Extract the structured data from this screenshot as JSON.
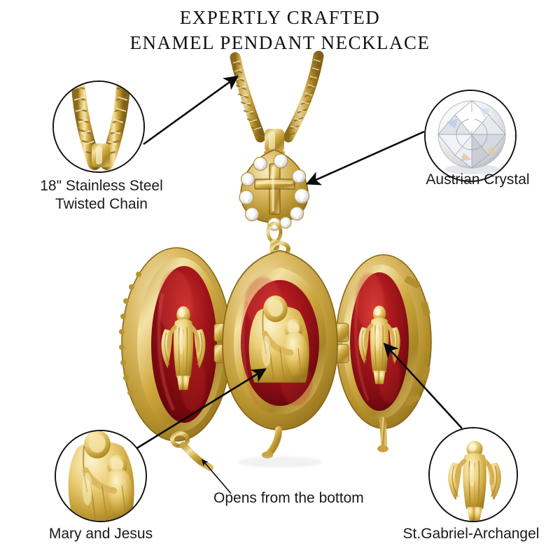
{
  "title": {
    "line1": "EXPERTLY CRAFTED",
    "line2": "ENAMEL PENDANT NECKLACE"
  },
  "callouts": [
    {
      "id": "chain",
      "icon": "rope-chain-closeup",
      "label": "18\" Stainless Steel\nTwisted Chain"
    },
    {
      "id": "crystal",
      "icon": "round-brilliant-crystal",
      "label": "Austrian Crystal"
    },
    {
      "id": "mary-jesus",
      "icon": "mary-and-jesus-relief",
      "label": "Mary and Jesus"
    },
    {
      "id": "gabriel",
      "icon": "archangel-gabriel-relief",
      "label": "St.Gabriel-Archangel"
    }
  ],
  "center_note": {
    "text": "Opens from the bottom"
  },
  "product": {
    "name": "enamel-locket-pendant-necklace",
    "chain_type": "twisted rope chain",
    "panels": [
      {
        "position": "left",
        "figure": "archangel"
      },
      {
        "position": "center",
        "figure": "mary-and-jesus"
      },
      {
        "position": "right",
        "figure": "archangel"
      }
    ],
    "bail": {
      "shape": "teardrop",
      "motif": "cross",
      "crystal_count": 10
    }
  },
  "colors": {
    "gold_light": "#f2dd9a",
    "gold_mid": "#d6b252",
    "gold_dark": "#9d7b22",
    "gold_deep": "#7a5c14",
    "enamel_red": "#a5111b",
    "enamel_red_dark": "#5e0509",
    "enamel_red_light": "#cf2a2a",
    "ink": "#111111",
    "background": "#ffffff"
  }
}
